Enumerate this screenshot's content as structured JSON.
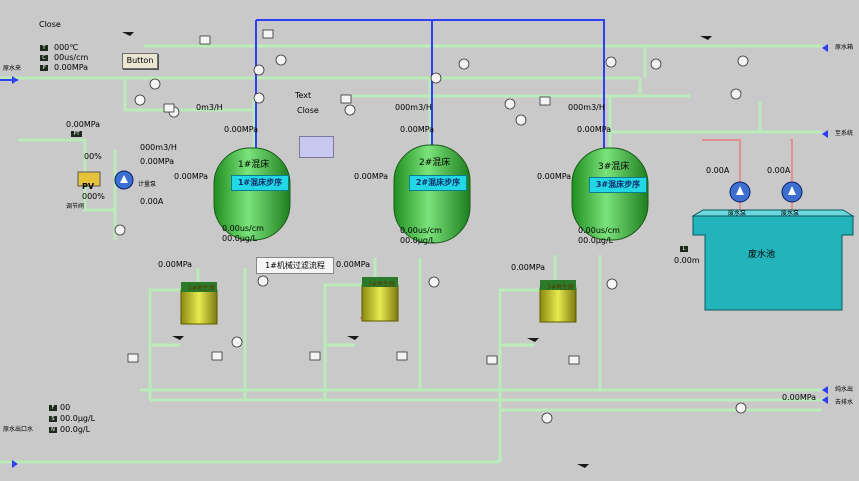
{
  "close_label": "Close",
  "button_label": "Button",
  "text_label": "Text",
  "close2_label": "Close",
  "flow_title": "1#机械过滤流程",
  "inlets": {
    "raw_water": "原水来",
    "top_right": "原水箱",
    "right_mid": "至系统",
    "pure_out": "纯水出",
    "drain_out": "去排水",
    "bottom_left_out": "原水出口水"
  },
  "status": {
    "temp": "000℃",
    "cond": "00us/cm",
    "pressure": "0.00MPa"
  },
  "bottom_status": {
    "v1": "00",
    "v2": "00.0μg/L",
    "v3": "00.0g/L"
  },
  "tanks": [
    {
      "title": "1#混床",
      "step": "1#混床步序",
      "cond": "0.00us/cm",
      "conc": "00.0μg/L",
      "pressure": "0.00MPa",
      "flow": "0m3/H",
      "outlet_pressure": "0.00MPa",
      "unit": "1#再生器"
    },
    {
      "title": "2#混床",
      "step": "2#混床步序",
      "cond": "0.00us/cm",
      "conc": "00.0μg/L",
      "pressure": "0.00MPa",
      "flow": "000m3/H",
      "outlet_pressure": "0.00MPa",
      "unit": "2#再生器"
    },
    {
      "title": "3#混床",
      "step": "3#混床步序",
      "cond": "0.00us/cm",
      "conc": "00.0μg/L",
      "pressure": "0.00MPa",
      "flow": "000m3/H",
      "outlet_pressure": "0.00MPa",
      "unit": "3#再生器"
    }
  ],
  "left_panel": {
    "pressure_top": "0.00MPa",
    "pct1": "00%",
    "pv_label": "PV",
    "pct2": "000%",
    "flow": "000m3/H",
    "pressure": "0.00MPa",
    "current": "0.00A",
    "pump_label": "计量泵",
    "valve_label": "调节阀"
  },
  "pump_station": {
    "current1": "0.00A",
    "current2": "0.00A",
    "level": "0.00m",
    "pool_label": "废水池",
    "pump1": "废水泵",
    "pump2": "废水泵"
  },
  "right_low": {
    "pressure": "0.00MPa"
  },
  "colors": {
    "background": "#c9c9c9",
    "pipe": "#b9ecb9",
    "blue_pipe": "#2f3ff5",
    "tank": "#3fc23f",
    "step": "#22d8e6",
    "pool": "#22b4ba"
  }
}
